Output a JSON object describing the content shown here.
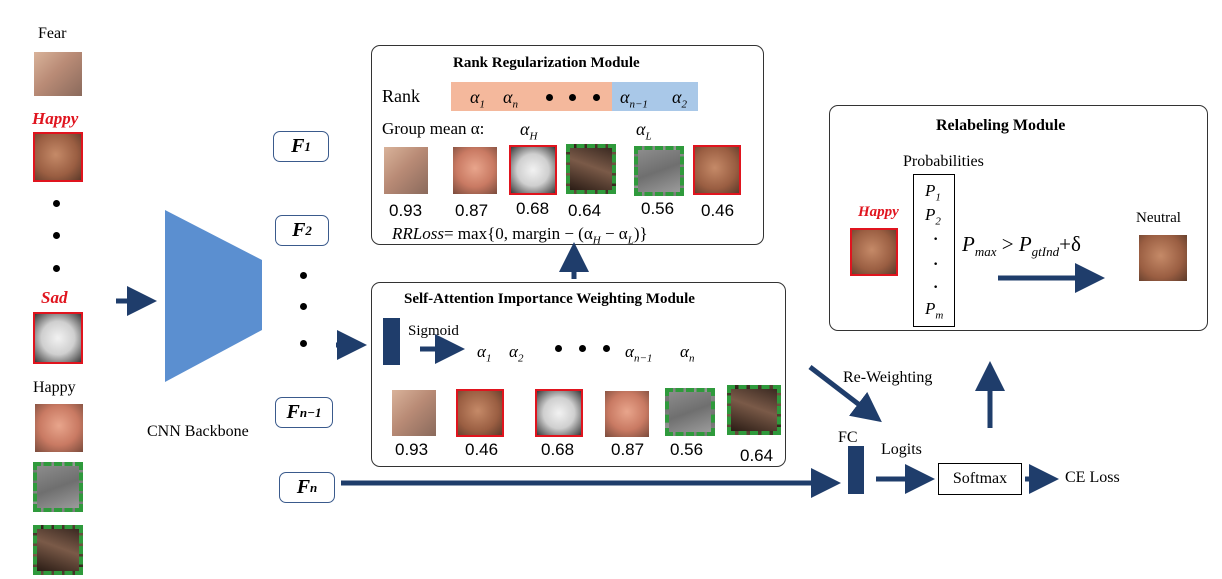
{
  "left_column": {
    "fear_label": "Fear",
    "happy_label_1": "Happy",
    "sad_label": "Sad",
    "happy_label_2": "Happy"
  },
  "backbone": {
    "label": "CNN Backbone"
  },
  "features": {
    "f1": "F",
    "f1_sub": "1",
    "f2": "F",
    "f2_sub": "2",
    "fn1": "F",
    "fn1_sub": "n−1",
    "fn": "F",
    "fn_sub": "n"
  },
  "rank_module": {
    "title": "Rank Regularization Module",
    "rank_label": "Rank",
    "rank_high": [
      "α",
      "1",
      "α",
      "n"
    ],
    "rank_low": [
      "α",
      "n−1",
      "α",
      "2"
    ],
    "group_mean_label": "Group mean α:",
    "alpha_h": "α",
    "alpha_h_sub": "H",
    "alpha_l": "α",
    "alpha_l_sub": "L",
    "scores": [
      "0.93",
      "0.87",
      "0.68",
      "0.64",
      "0.56",
      "0.46"
    ],
    "loss_label": "RRLoss",
    "loss_formula": "= max{0,  margin − (α",
    "loss_tail": " − α",
    "loss_end": ")}"
  },
  "sa_module": {
    "title": "Self-Attention Importance Weighting Module",
    "sigmoid_label": "Sigmoid",
    "scores": [
      "0.93",
      "0.46",
      "0.68",
      "0.87",
      "0.56",
      "0.64"
    ]
  },
  "relabel_module": {
    "title": "Relabeling Module",
    "probabilities_label": "Probabilities",
    "happy_label": "Happy",
    "neutral_label": "Neutral",
    "condition": "P"
  },
  "flow": {
    "reweighting_label": "Re-Weighting",
    "fc_label": "FC",
    "logits_label": "Logits",
    "softmax_label": "Softmax",
    "ce_loss_label": "CE Loss"
  }
}
